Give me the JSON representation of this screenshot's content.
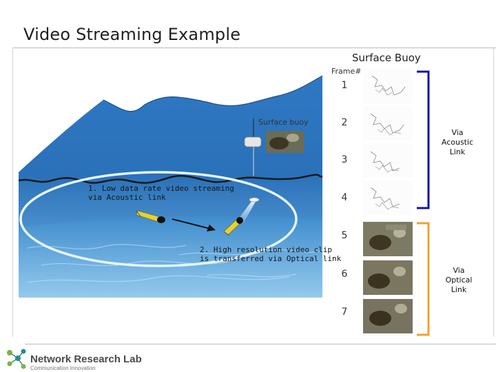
{
  "slide": {
    "title": "Video Streaming Example"
  },
  "frames": {
    "header_buoy": "Surface Buoy",
    "header_frame": "Frame#",
    "numbers": [
      "1",
      "2",
      "3",
      "4",
      "5",
      "6",
      "7"
    ]
  },
  "links": {
    "acoustic_label": [
      "Via",
      "Acoustic",
      "Link"
    ],
    "optical_label": [
      "Via",
      "Optical",
      "Link"
    ],
    "acoustic_color": "#1414a0",
    "optical_color": "#f0a030"
  },
  "scene": {
    "buoy_label": "Surface buoy",
    "step1": [
      "1. Low data rate video streaming",
      "via Acoustic link"
    ],
    "step2": [
      "2. High resolution video clip",
      "is transferred via Optical link"
    ],
    "ellipse_color": "#e0f4ff",
    "sea_colors": [
      "#3a7ec4",
      "#1e66b3",
      "#6fb0e0"
    ]
  },
  "footer": {
    "lab_name": "Network Research Lab",
    "tagline": "Communication Innovation"
  }
}
